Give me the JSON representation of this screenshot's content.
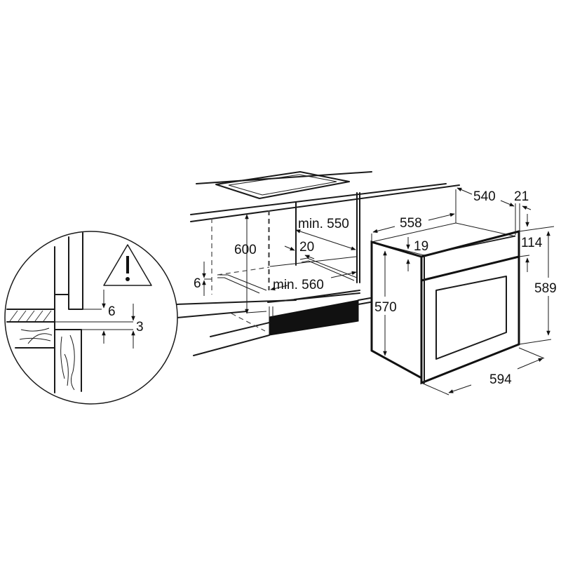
{
  "diagram": {
    "title": "Built-in oven installation dimensions",
    "units": "mm",
    "colors": {
      "line": "#1a1a1a",
      "background": "#ffffff"
    },
    "detail_callout": {
      "icon": "warning-triangle-icon",
      "dimensions": {
        "gap_top": "6",
        "gap_bottom": "3"
      }
    },
    "cabinet": {
      "height": "600",
      "side_gap": "6",
      "depth_min": "min. 550",
      "back_gap": "20",
      "width_min": "min. 560"
    },
    "oven": {
      "top_depth": "540",
      "front_thickness": "21",
      "top_width": "558",
      "top_offset": "19",
      "control_panel_height": "114",
      "total_height": "589",
      "body_height": "570",
      "front_width": "594"
    }
  }
}
